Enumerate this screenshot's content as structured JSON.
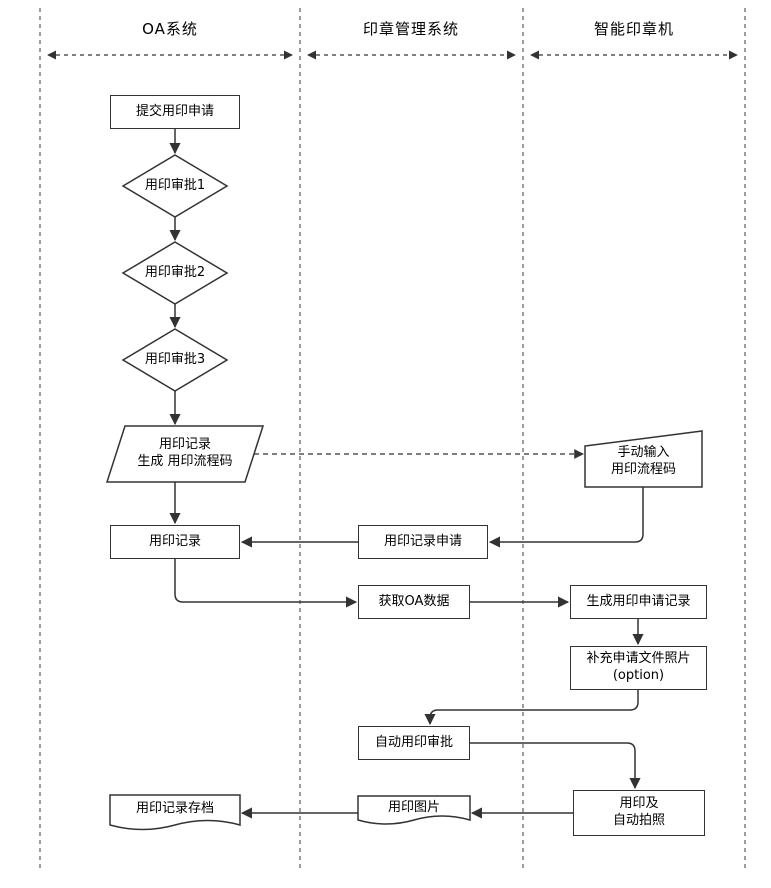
{
  "lanes": [
    {
      "label": "OA系统"
    },
    {
      "label": "印章管理系统"
    },
    {
      "label": "智能印章机"
    }
  ],
  "nodes": {
    "submit": {
      "label": "提交用印申请"
    },
    "approve1": {
      "label": "用印审批1"
    },
    "approve2": {
      "label": "用印审批2"
    },
    "approve3": {
      "label": "用印审批3"
    },
    "record_gen": {
      "line1": "用印记录",
      "line2": "生成 用印流程码"
    },
    "record": {
      "label": "用印记录"
    },
    "manual_input": {
      "line1": "手动输入",
      "line2": "用印流程码"
    },
    "record_request": {
      "label": "用印记录申请"
    },
    "fetch_oa": {
      "label": "获取OA数据"
    },
    "gen_request_record": {
      "label": "生成用印申请记录"
    },
    "supplement_photo": {
      "line1": "补充申请文件照片",
      "line2": "(option)"
    },
    "auto_approve": {
      "label": "自动用印审批"
    },
    "seal_and_photo": {
      "line1": "用印及",
      "line2": "自动拍照"
    },
    "seal_image": {
      "label": "用印图片"
    },
    "record_archive": {
      "label": "用印记录存档"
    }
  },
  "colors": {
    "shape_line": "#333333",
    "lane_line": "#666666",
    "background": "#ffffff",
    "text": "#000000"
  }
}
